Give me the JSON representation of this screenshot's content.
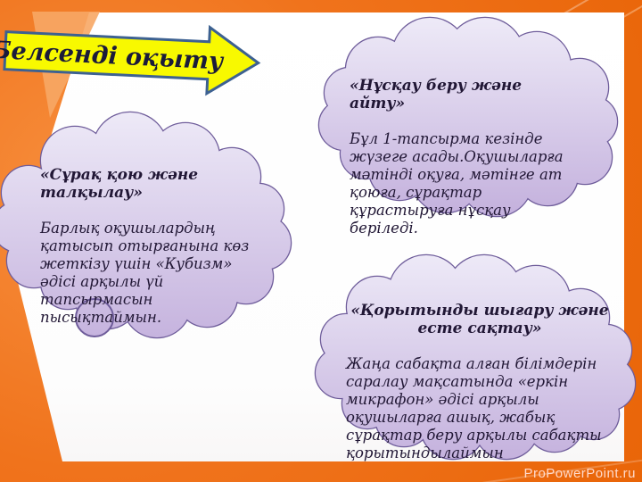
{
  "banner": {
    "label": "Белсенді оқыту"
  },
  "clouds": [
    {
      "title": "«Нұсқау беру және айту»",
      "body": "Бұл 1-тапсырма кезінде\nжүзеге асады.Оқушыларға\nмәтінді оқуға, мәтінге ат\nқоюға, сұрақтар\nқұрастыруға  нұсқау\nберіледі."
    },
    {
      "title": "«Сұрақ  қою және\nталқылау»",
      "body": "Барлық оқушылардың\nқатысып отырғанына көз\nжеткізу үшін «Кубизм»\nәдісі арқылы үй\nтапсырмасын\nпысықтаймын."
    },
    {
      "title": "«Қорытынды шығару және\nесте сақтау»",
      "body": " Жаңа сабақта алған білімдерін\nсаралау мақсатында «еркін\nмикрафон» әдісі арқылы\nоқушыларға ашық, жабық\nсұрақтар беру арқылы сабақты\nқорытындылаймын"
    }
  ],
  "watermark": "ProPowerPoint.ru",
  "colors": {
    "frame_orange": "#f0731c",
    "panel_white": "#ffffff",
    "arrow_fill": "#f8f900",
    "arrow_border": "#3d6191",
    "arrow_text": "#1b1b3a",
    "cloud_fill_top": "#ede9f7",
    "cloud_fill_bottom": "#c4b1dd",
    "cloud_outline": "#6e5c9a",
    "cloud_text": "#211735",
    "accent_wedge": "#f7a765"
  }
}
